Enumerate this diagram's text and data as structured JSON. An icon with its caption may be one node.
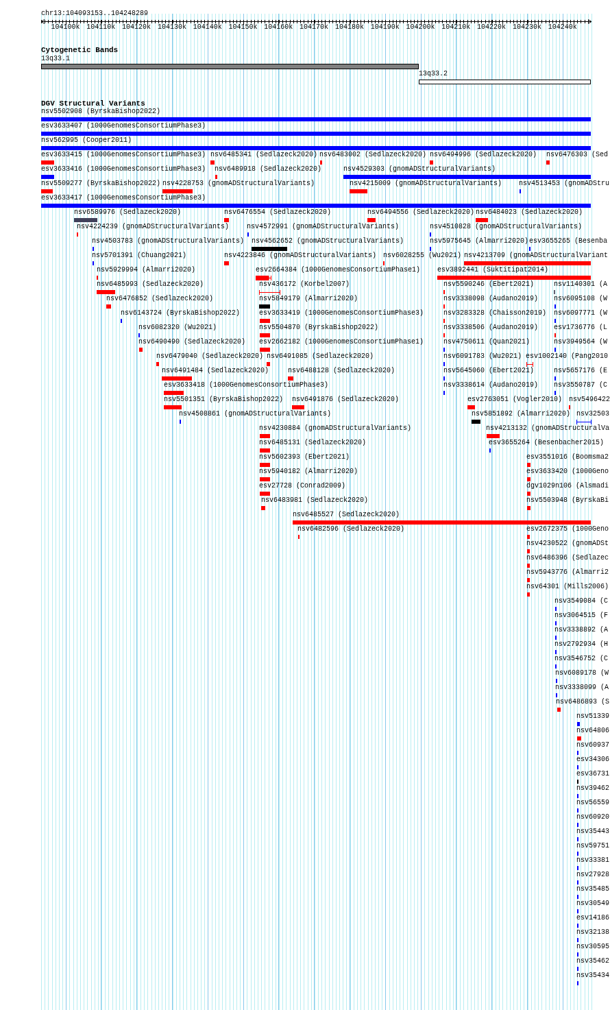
{
  "diagram": {
    "labels": [
      "chr13:104093153..104248289",
      "104100k",
      "104110k",
      "104120k",
      "104130k",
      "104140k",
      "104150k",
      "104160k",
      "104170k",
      "104180k",
      "104190k",
      "104200k",
      "104210k",
      "104220k",
      "104230k",
      "104240k",
      "Cytogenetic Bands",
      "13q33.1",
      "13q33.2",
      "DGV Structural Variants",
      "nsv5502908 (ByrskaBishop2022)",
      "esv3633407 (1000GenomesConsortiumPhase3)",
      "nsv562995 (Cooper2011)",
      "esv3633415 (1000GenomesConsortiumPhase3)",
      "nsv6485341 (Sedlazeck2020)",
      "nsv6483002 (Sedlazeck2020)",
      "nsv6494996 (Sedlazeck2020)",
      "nsv6476303 (Sed",
      "esv3633416 (1000GenomesConsortiumPhase3)",
      "nsv6489918 (Sedlazeck2020)",
      "nsv4529303 (gnomADStructuralVariants)",
      "nsv5509277 (ByrskaBishop2022)",
      "nsv4228753 (gnomADStructuralVariants)",
      "nsv4215009 (gnomADStructuralVariants)",
      "nsv4513453 (gnomADStru",
      "esv3633417 (1000GenomesConsortiumPhase3)",
      "nsv6589976 (Sedlazeck2020)",
      "nsv6476554 (Sedlazeck2020)",
      "nsv6494556 (Sedlazeck2020)",
      "nsv6484023 (Sedlazeck2020)",
      "nsv4224239 (gnomADStructuralVariants)",
      "nsv4572991 (gnomADStructuralVariants)",
      "nsv4510828 (gnomADStructuralVariants)",
      "nsv4503783 (gnomADStructuralVariants)",
      "nsv4562652 (gnomADStructuralVariants)",
      "nsv5975645 (Almarri2020)",
      "esv3655265 (Besenba",
      "nsv5701391 (Chuang2021)",
      "nsv4223846 (gnomADStructuralVariants)",
      "nsv6028255 (Wu2021)",
      "nsv4213709 (gnomADStructuralVariant",
      "nsv5929994 (Almarri2020)",
      "esv2664384 (1000GenomesConsortiumPhase1)",
      "esv3892441 (Suktitipat2014)",
      "nsv6485993 (Sedlazeck2020)",
      "nsv436172 (Korbel2007)",
      "nsv5590246 (Ebert2021)",
      "nsv1140301 (A",
      "nsv6476852 (Sedlazeck2020)",
      "nsv5849179 (Almarri2020)",
      "nsv3338098 (Audano2019)",
      "nsv6095108 (W",
      "nsv6143724 (ByrskaBishop2022)",
      "esv3633419 (1000GenomesConsortiumPhase3)",
      "nsv3283328 (Chaisson2019)",
      "nsv6097771 (W",
      "nsv6082320 (Wu2021)",
      "nsv5504870 (ByrskaBishop2022)",
      "nsv3338506 (Audano2019)",
      "esv1736776 (L",
      "nsv6490490 (Sedlazeck2020)",
      "esv2662182 (1000GenomesConsortiumPhase1)",
      "nsv4750611 (Quan2021)",
      "nsv3949564 (W",
      "nsv6479040 (Sedlazeck2020)",
      "nsv6491085 (Sedlazeck2020)",
      "nsv6091783 (Wu2021)",
      "esv1002140 (Pang2010",
      "nsv6491484 (Sedlazeck2020)",
      "nsv6488128 (Sedlazeck2020)",
      "nsv5645060 (Ebert2021)",
      "nsv5657176 (E",
      "esv3633418 (1000GenomesConsortiumPhase3)",
      "nsv3338614 (Audano2019)",
      "nsv3550787 (C",
      "nsv5501351 (ByrskaBishop2022)",
      "nsv6491876 (Sedlazeck2020)",
      "esv2763051 (Vogler2010)",
      "nsv5496422",
      "nsv4508861 (gnomADStructuralVariants)",
      "nsv5851892 (Almarri2020)",
      "nsv32503",
      "nsv4230884 (gnomADStructuralVariants)",
      "nsv4213132 (gnomADStructuralVa",
      "nsv6485131 (Sedlazeck2020)",
      "esv3655264 (Besenbacher2015)",
      "nsv5602393 (Ebert2021)",
      "esv3551016 (Boomsma2",
      "nsv5940182 (Almarri2020)",
      "esv3633420 (1000Geno",
      "esv27728 (Conrad2009)",
      "dgv1029n106 (Alsmadi",
      "nsv6483981 (Sedlazeck2020)",
      "nsv5503948 (ByrskaBi",
      "nsv6485527 (Sedlazeck2020)",
      "nsv6482596 (Sedlazeck2020)",
      "esv2672375 (1000Geno",
      "nsv4230522 (gnomADSt",
      "nsv6486396 (Sedlazec",
      "nsv5943776 (Almarri2",
      "nsv64301 (Mills2006)",
      "nsv3549084 (C",
      "nsv3064515 (F",
      "nsv3338892 (A",
      "nsv2792934 (H",
      "nsv3546752 (C",
      "nsv6089178 (W",
      "nsv3338099 (A",
      "nsv6486893 (S",
      "nsv51339",
      "nsv64806",
      "nsv60937",
      "esv34306",
      "esv36731",
      "nsv39462",
      "nsv56559",
      "nsv60920",
      "nsv35443",
      "nsv59751",
      "nsv33381",
      "nsv27928",
      "nsv35485",
      "nsv30549",
      "esv14186",
      "nsv32138",
      "nsv30595",
      "nsv35462",
      "nsv35434"
    ]
  }
}
